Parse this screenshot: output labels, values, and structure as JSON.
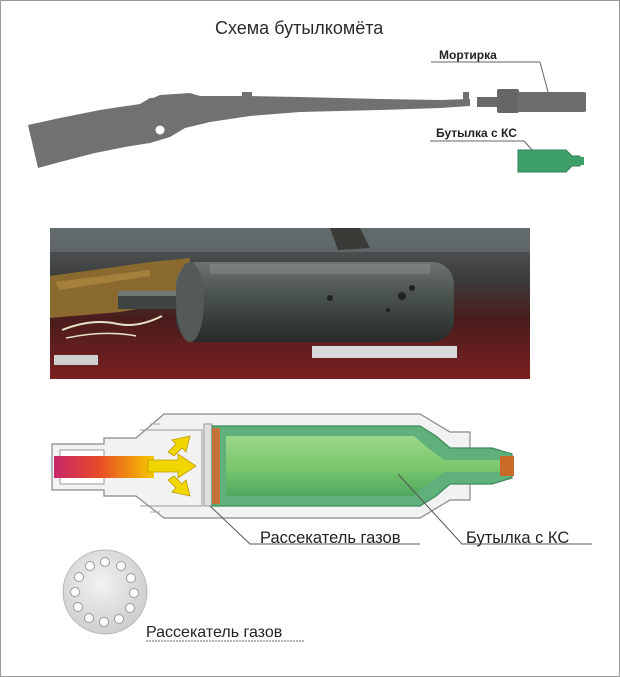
{
  "title": "Схема бутылкомёта",
  "labels": {
    "mortar": "Мортирка",
    "bottle_ks_top": "Бутылка с КС",
    "gas_splitter": "Рассекатель газов",
    "bottle_ks": "Бутылка с КС",
    "gas_splitter_view": "Рассекатель газов"
  },
  "icons": {
    "rifle": "rifle-silhouette",
    "mortar": "mortar-tube",
    "bottle": "green-bottle",
    "photo": "museum-photo-mortar",
    "arrows": "gas-flow-arrows",
    "splitter_disc": "perforated-disc"
  },
  "colors": {
    "rifle": "#707070",
    "bottle_green": "#4aa86a",
    "bottle_light": "#8fd08a",
    "cap": "#c86a28",
    "arrow": "#f3d800",
    "photo_bg": "#5a1e1e",
    "casing": "#e8e8e8"
  }
}
